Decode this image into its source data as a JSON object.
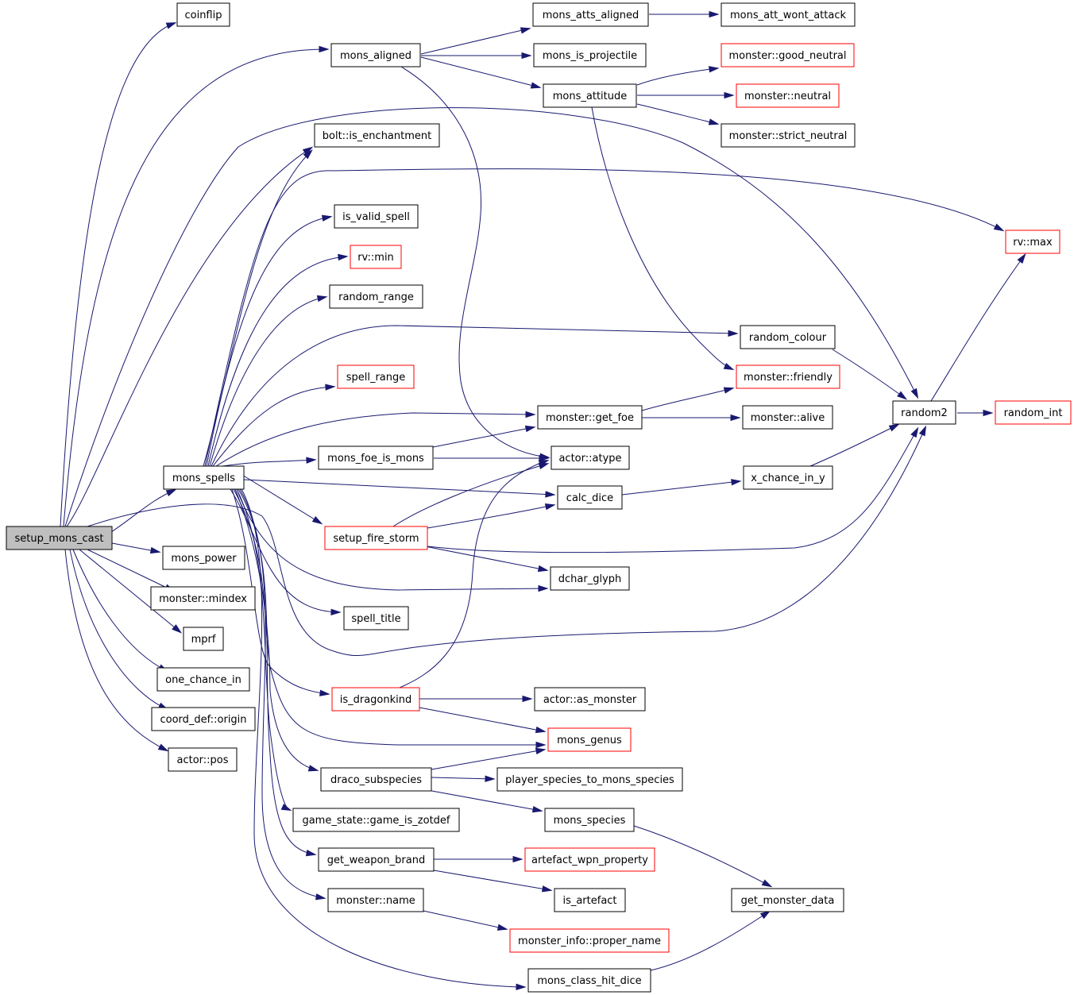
{
  "nodes": {
    "setup_mons_cast": "setup_mons_cast",
    "coinflip": "coinflip",
    "mons_aligned": "mons_aligned",
    "mons_atts_aligned": "mons_atts_aligned",
    "mons_att_wont_attack": "mons_att_wont_attack",
    "mons_is_projectile": "mons_is_projectile",
    "good_neutral": "monster::good_neutral",
    "mons_attitude": "mons_attitude",
    "neutral": "monster::neutral",
    "strict_neutral": "monster::strict_neutral",
    "is_enchantment": "bolt::is_enchantment",
    "is_valid_spell": "is_valid_spell",
    "rv_max": "rv::max",
    "rv_min": "rv::min",
    "random_range": "random_range",
    "random_colour": "random_colour",
    "spell_range": "spell_range",
    "friendly": "monster::friendly",
    "get_foe": "monster::get_foe",
    "alive": "monster::alive",
    "random2": "random2",
    "random_int": "random_int",
    "mons_foe_is_mons": "mons_foe_is_mons",
    "atype": "actor::atype",
    "mons_spells": "mons_spells",
    "calc_dice": "calc_dice",
    "x_chance_in_y": "x_chance_in_y",
    "setup_fire_storm": "setup_fire_storm",
    "mons_power": "mons_power",
    "dchar_glyph": "dchar_glyph",
    "mindex": "monster::mindex",
    "spell_title": "spell_title",
    "mprf": "mprf",
    "one_chance_in": "one_chance_in",
    "is_dragonkind": "is_dragonkind",
    "as_monster": "actor::as_monster",
    "coord_origin": "coord_def::origin",
    "mons_genus": "mons_genus",
    "actor_pos": "actor::pos",
    "draco_subspecies": "draco_subspecies",
    "player_species_to_mons_species": "player_species_to_mons_species",
    "game_is_zotdef": "game_state::game_is_zotdef",
    "mons_species": "mons_species",
    "get_weapon_brand": "get_weapon_brand",
    "artefact_wpn_property": "artefact_wpn_property",
    "is_artefact": "is_artefact",
    "get_monster_data": "get_monster_data",
    "monster_name": "monster::name",
    "proper_name": "monster_info::proper_name",
    "mons_class_hit_dice": "mons_class_hit_dice"
  },
  "colors": {
    "edge": "#191970",
    "node_border": "#000000",
    "truncated_border": "#ff0000",
    "root_fill": "#bfbfbf"
  }
}
